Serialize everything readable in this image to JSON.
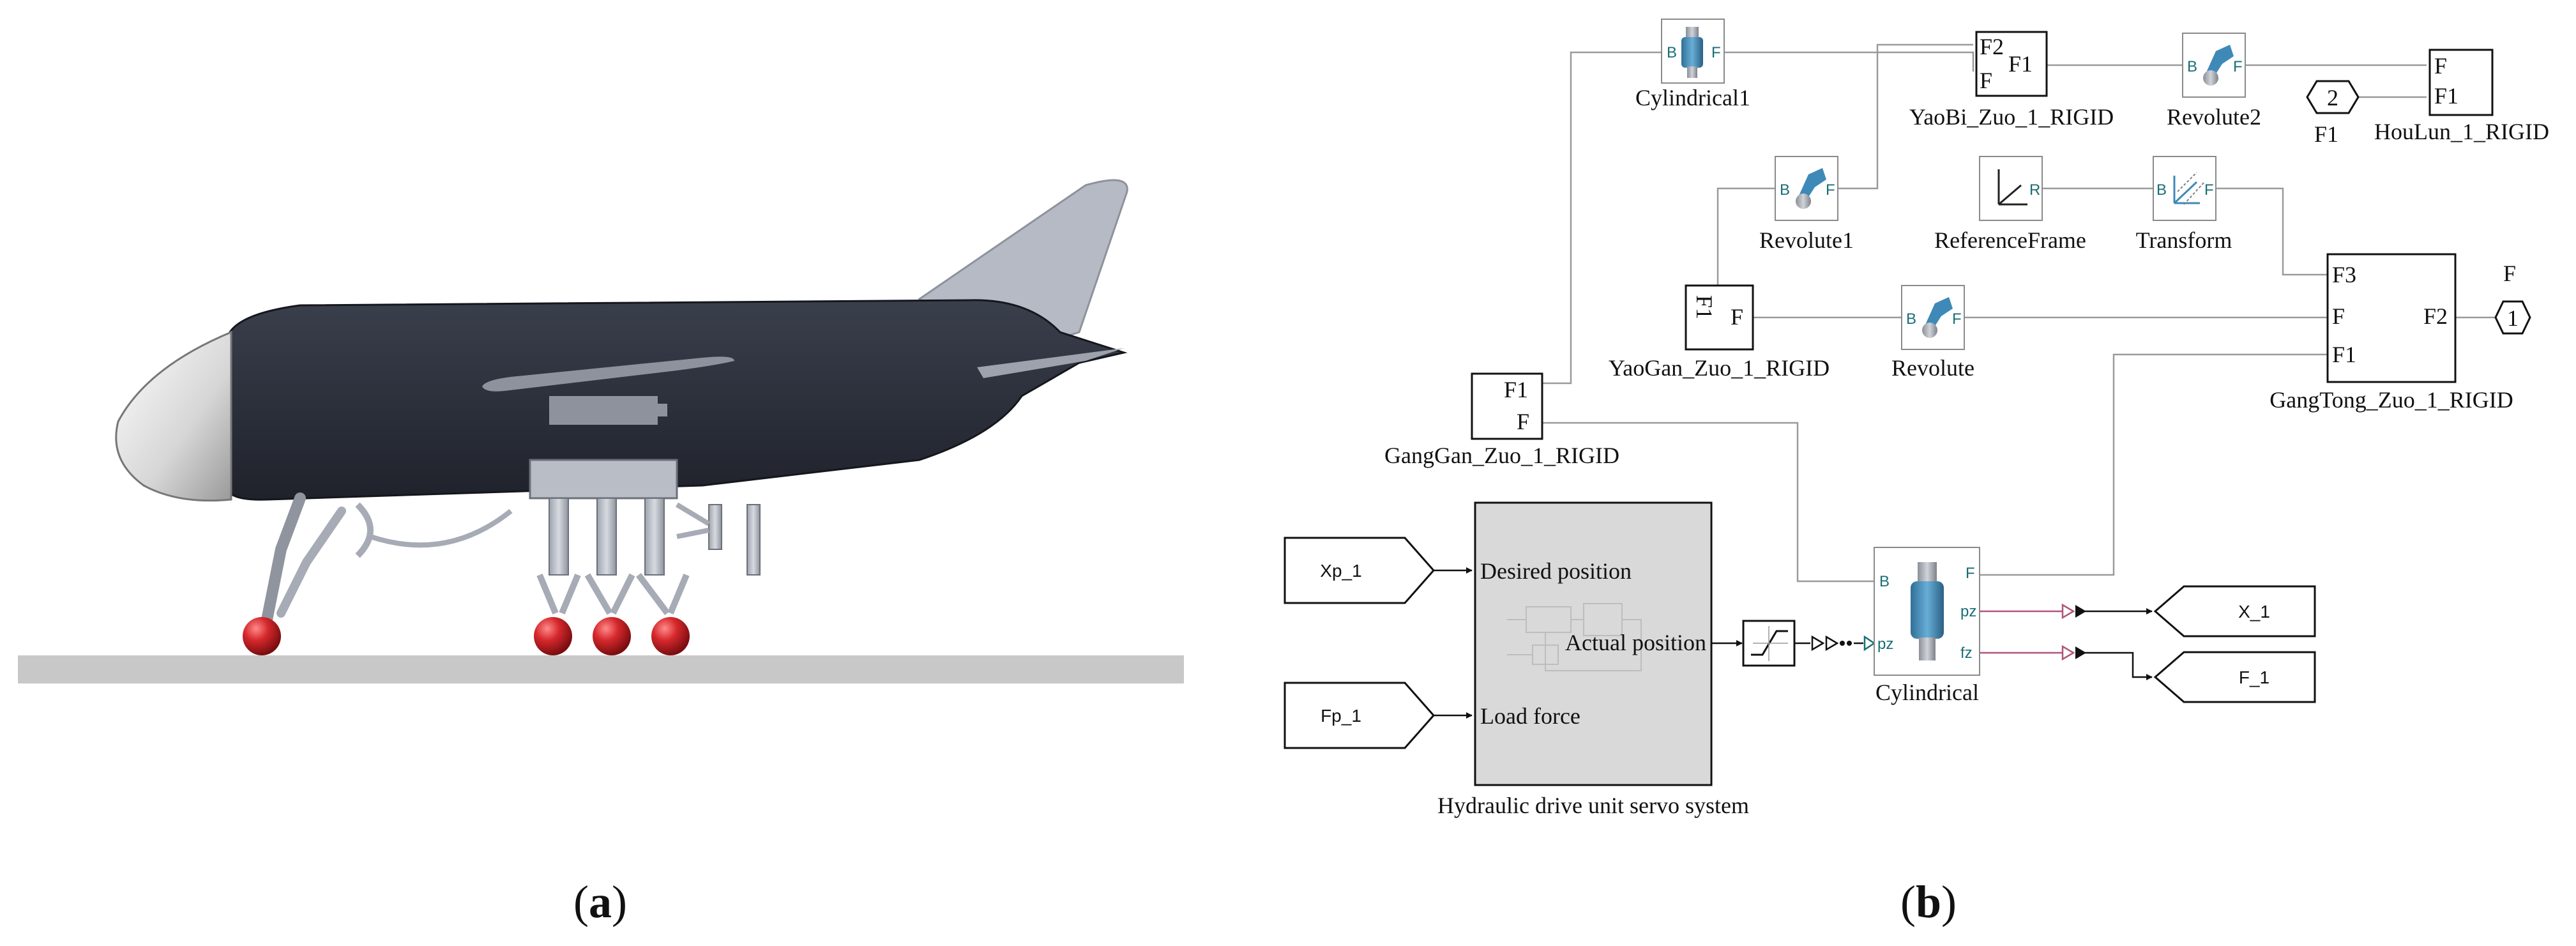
{
  "panel_a": {
    "label": "(a)"
  },
  "panel_b": {
    "label": "(b)",
    "blocks": {
      "cylindrical1": {
        "name": "Cylindrical1",
        "port_b": "B",
        "port_f": "F"
      },
      "yaobi": {
        "name": "YaoBi_Zuo_1_RIGID",
        "port_f2": "F2",
        "port_f1": "F1",
        "port_f": "F"
      },
      "revolute2": {
        "name": "Revolute2",
        "port_b": "B",
        "port_f": "F"
      },
      "goto2": {
        "number": "2",
        "label": "F1"
      },
      "houlun": {
        "name": "HouLun_1_RIGID",
        "port_f": "F",
        "port_f1": "F1"
      },
      "revolute1": {
        "name": "Revolute1",
        "port_b": "B",
        "port_f": "F"
      },
      "refframe": {
        "name": "ReferenceFrame",
        "port_r": "R"
      },
      "transform": {
        "name": "Transform",
        "port_b": "B",
        "port_f": "F"
      },
      "yaogan": {
        "name": "YaoGan_Zuo_1_RIGID",
        "port_f1": "F1",
        "port_f": "F"
      },
      "revolute": {
        "name": "Revolute",
        "port_b": "B",
        "port_f": "F"
      },
      "gangtong": {
        "name": "GangTong_Zuo_1_RIGID",
        "port_f3": "F3",
        "port_f": "F",
        "port_f1": "F1",
        "port_f2": "F2",
        "out_label": "F"
      },
      "goto1": {
        "number": "1"
      },
      "ganggan": {
        "name": "GangGan_Zuo_1_RIGID",
        "port_f1": "F1",
        "port_f": "F"
      },
      "xp": {
        "name": "Xp_1"
      },
      "fp": {
        "name": "Fp_1"
      },
      "hydraulic": {
        "name": "Hydraulic drive unit servo system",
        "in_desired": "Desired position",
        "out_actual": "Actual position",
        "in_load": "Load force"
      },
      "cylindrical": {
        "name": "Cylindrical",
        "port_b": "B",
        "port_f": "F",
        "port_pz": "pz",
        "port_fz": "fz",
        "in_pz": "pz"
      },
      "x1": {
        "name": "X_1"
      },
      "f1out": {
        "name": "F_1"
      }
    }
  },
  "colors": {
    "fuselage": "#2b2f3a",
    "nose": "#d8d8d8",
    "gear_metal": "#b9bdc6",
    "wheel": "#c4191e",
    "ground": "#c8c8c8",
    "tail": "#b8bcc6",
    "port_text": "#1a6d76",
    "wire": "#9a9a9a",
    "pz_wire": "#b0557a",
    "joint_blue": "#3f89b8"
  }
}
